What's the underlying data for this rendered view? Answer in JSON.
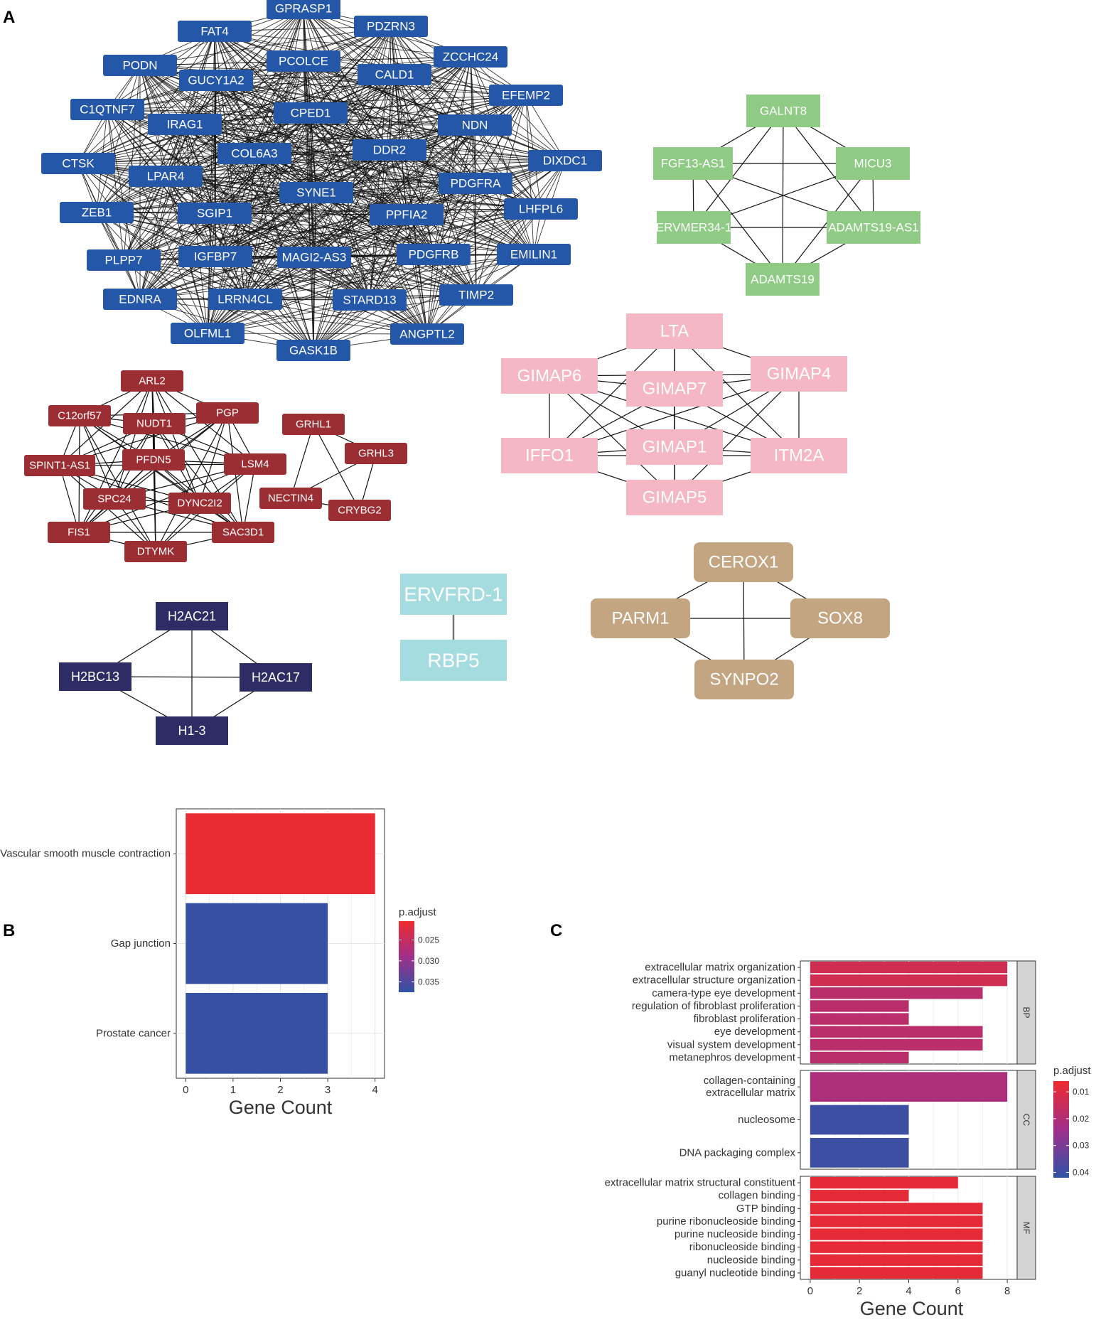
{
  "panels": {
    "a": "A",
    "b": "B",
    "c": "C"
  },
  "network": {
    "modules": [
      {
        "id": "blue",
        "fill": "#2457a8",
        "text_color": "#ffffff",
        "all_connected": true,
        "nodes": [
          "GPRASP1",
          "FAT4",
          "PDZRN3",
          "PODN",
          "PCOLCE",
          "ZCCHC24",
          "GUCY1A2",
          "CALD1",
          "EFEMP2",
          "C1QTNF7",
          "CPED1",
          "IRAG1",
          "NDN",
          "COL6A3",
          "DDR2",
          "CTSK",
          "DIXDC1",
          "LPAR4",
          "PDGFRA",
          "SYNE1",
          "ZEB1",
          "SGIP1",
          "PPFIA2",
          "LHFPL6",
          "PLPP7",
          "IGFBP7",
          "MAGI2-AS3",
          "PDGFRB",
          "EMILIN1",
          "EDNRA",
          "LRRN4CL",
          "STARD13",
          "TIMP2",
          "OLFML1",
          "ANGPTL2",
          "GASK1B"
        ]
      },
      {
        "id": "green",
        "fill": "#8fcb84",
        "text_color": "#1a1a1a",
        "all_connected": true,
        "nodes": [
          "GALNT8",
          "FGF13-AS1",
          "MICU3",
          "ERVMER34-1",
          "ADAMTS19-AS1",
          "ADAMTS19"
        ]
      },
      {
        "id": "pink",
        "fill": "#f5b7c3",
        "text_color": "#1a1a1a",
        "all_connected": true,
        "nodes": [
          "LTA",
          "GIMAP6",
          "GIMAP4",
          "GIMAP7",
          "IFFO1",
          "GIMAP1",
          "ITM2A",
          "GIMAP5"
        ]
      },
      {
        "id": "red",
        "fill": "#9b2e33",
        "text_color": "#ffffff",
        "all_connected": true,
        "nodes": [
          "ARL2",
          "C12orf57",
          "PGP",
          "NUDT1",
          "PFDN5",
          "LSM4",
          "SPINT1-AS1",
          "SPC24",
          "DYNC2I2",
          "FIS1",
          "SAC3D1",
          "DTYMK"
        ]
      },
      {
        "id": "red2",
        "fill": "#9b2e33",
        "text_color": "#ffffff",
        "all_connected": false,
        "nodes": [
          "GRHL1",
          "GRHL3",
          "NECTIN4",
          "CRYBG2"
        ],
        "edges": [
          [
            "GRHL1",
            "GRHL3"
          ],
          [
            "GRHL1",
            "NECTIN4"
          ],
          [
            "GRHL1",
            "CRYBG2"
          ],
          [
            "GRHL3",
            "NECTIN4"
          ],
          [
            "GRHL3",
            "CRYBG2"
          ],
          [
            "NECTIN4",
            "CRYBG2"
          ]
        ]
      },
      {
        "id": "navy",
        "fill": "#2e2c64",
        "text_color": "#ffffff",
        "all_connected": true,
        "nodes": [
          "H2AC21",
          "H2BC13",
          "H2AC17",
          "H1-3"
        ]
      },
      {
        "id": "cyan",
        "fill": "#a5dcdf",
        "text_color": "#1a1a1a",
        "all_connected": true,
        "nodes": [
          "ERVFRD-1",
          "RBP5"
        ]
      },
      {
        "id": "tan",
        "fill": "#c4a582",
        "text_color": "#1a1a1a",
        "all_connected": false,
        "nodes": [
          "CEROX1",
          "PARM1",
          "SOX8",
          "SYNPO2"
        ],
        "edges": [
          [
            "CEROX1",
            "PARM1"
          ],
          [
            "CEROX1",
            "SOX8"
          ],
          [
            "CEROX1",
            "SYNPO2"
          ],
          [
            "PARM1",
            "SOX8"
          ],
          [
            "PARM1",
            "SYNPO2"
          ],
          [
            "SOX8",
            "SYNPO2"
          ]
        ]
      }
    ]
  },
  "chart_data": [
    {
      "type": "bar",
      "orientation": "horizontal",
      "categories": [
        "Vascular smooth muscle contraction",
        "Gap junction",
        "Prostate cancer"
      ],
      "values": [
        4,
        3,
        3
      ],
      "p_adjust": [
        0.021,
        0.037,
        0.037
      ],
      "xlabel": "Gene Count",
      "xticks": [
        0,
        1,
        2,
        3,
        4
      ],
      "xlim": [
        -0.2,
        4.2
      ],
      "grid": true,
      "legend": {
        "title": "p.adjust",
        "ticks": [
          "0.025",
          "0.030",
          "0.035"
        ],
        "tick_values": [
          0.025,
          0.03,
          0.035
        ],
        "range": [
          0.0205,
          0.0375
        ],
        "colors": [
          "#ee2b2e",
          "#a02f8a",
          "#2f53a5"
        ],
        "placement": "right"
      }
    },
    {
      "type": "bar",
      "orientation": "horizontal",
      "facets": [
        {
          "name": "BP",
          "categories": [
            "extracellular matrix organization",
            "extracellular structure organization",
            "camera-type eye development",
            "regulation of fibroblast proliferation",
            "fibroblast proliferation",
            "eye development",
            "visual system development",
            "metanephros development"
          ],
          "values": [
            8,
            8,
            7,
            4,
            4,
            7,
            7,
            4
          ],
          "p_adjust": [
            0.013,
            0.013,
            0.018,
            0.018,
            0.018,
            0.018,
            0.018,
            0.018
          ]
        },
        {
          "name": "CC",
          "categories": [
            "collagen-containing\nextracellular matrix",
            "nucleosome",
            "DNA packaging complex"
          ],
          "values": [
            8,
            4,
            4
          ],
          "p_adjust": [
            0.021,
            0.04,
            0.04
          ]
        },
        {
          "name": "MF",
          "categories": [
            "extracellular matrix structural constituent",
            "collagen binding",
            "GTP binding",
            "purine ribonucleoside binding",
            "purine nucleoside binding",
            "ribonucleoside binding",
            "nucleoside binding",
            "guanyl nucleotide binding"
          ],
          "values": [
            6,
            4,
            7,
            7,
            7,
            7,
            7,
            7
          ],
          "p_adjust": [
            0.008,
            0.008,
            0.008,
            0.008,
            0.008,
            0.008,
            0.008,
            0.008
          ]
        }
      ],
      "xlabel": "Gene Count",
      "xticks": [
        0,
        2,
        4,
        6,
        8
      ],
      "xlim": [
        -0.4,
        8.4
      ],
      "grid": true,
      "legend": {
        "title": "p.adjust",
        "ticks": [
          "0.01",
          "0.02",
          "0.03",
          "0.04"
        ],
        "tick_values": [
          0.01,
          0.02,
          0.03,
          0.04
        ],
        "range": [
          0.006,
          0.042
        ],
        "colors": [
          "#ee2b2e",
          "#a02f8a",
          "#2f53a5"
        ],
        "placement": "right"
      }
    }
  ]
}
